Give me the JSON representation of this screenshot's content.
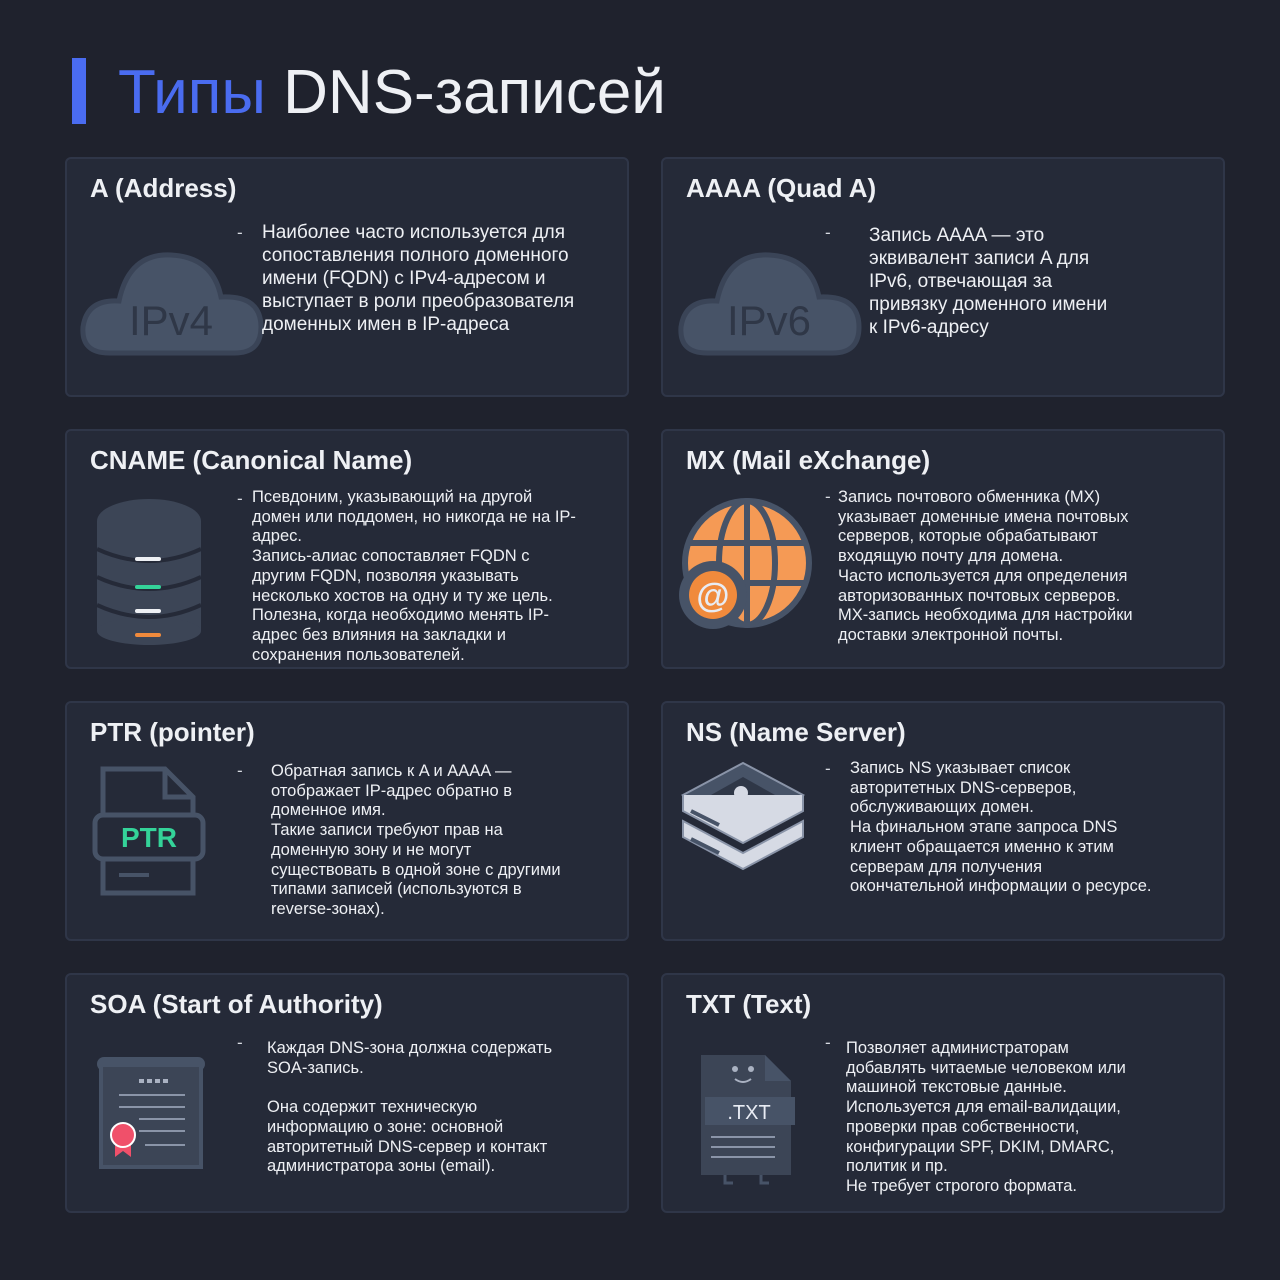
{
  "title": {
    "accent": "Типы",
    "rest": "DNS-записей"
  },
  "colors": {
    "background": "#1f222d",
    "card": "#252a38",
    "accent": "#4a6cf0",
    "orange": "#f59a55"
  },
  "cards": [
    {
      "title": "A (Address)",
      "icon": "cloud-ipv4-icon",
      "icon_label": "IPv4",
      "dash": "-",
      "text": "Наиболее часто используется для\nсопоставления полного доменного\nимени (FQDN) с IPv4-адресом и\nвыступает в роли преобразователя\nдоменных имен в IP-адреса"
    },
    {
      "title": "AAAA  (Quad A)",
      "icon": "cloud-ipv6-icon",
      "icon_label": "IPv6",
      "dash": "-",
      "text": "Запись AAAA — это\nэквивалент записи A для\nIPv6, отвечающая за\nпривязку доменного имени\nк IPv6-адресу"
    },
    {
      "title": "CNAME (Canonical Name)",
      "icon": "database-icon",
      "dash": "-",
      "text": "Псевдоним, указывающий на другой\nдомен или поддомен, но никогда не на IP-\nадрес.\nЗапись-алиас сопоставляет FQDN с\nдругим FQDN, позволяя указывать\nнесколько хостов на одну и ту же цель.\nПолезна, когда необходимо менять IP-\nадрес без влияния на закладки и\nсохранения пользователей."
    },
    {
      "title": "MX (Mail eXchange)",
      "icon": "globe-mail-icon",
      "dash": "-",
      "text": "Запись почтового обменника (MX)\nуказывает доменные имена почтовых\nсерверов, которые обрабатывают\nвходящую почту для домена.\nЧасто используется для определения\nавторизованных почтовых серверов.\nMX-запись необходима для настройки\nдоставки электронной почты."
    },
    {
      "title": "PTR (pointer)",
      "icon": "ptr-file-icon",
      "icon_label": "PTR",
      "dash": "-",
      "text": "Обратная запись к A и AAAA —\nотображает IP-адрес обратно в\nдоменное имя.\nТакие записи требуют прав на\nдоменную зону и не могут\nсуществовать в одной зоне с другими\nтипами записей (используются в\nreverse-зонах)."
    },
    {
      "title": "NS (Name Server)",
      "icon": "server-stack-icon",
      "dash": "-",
      "text": "Запись NS указывает список\nавторитетных DNS-серверов,\nобслуживающих домен.\nНа финальном этапе запроса DNS\nклиент обращается именно к этим\nсерверам для получения\nокончательной информации о ресурсе."
    },
    {
      "title": "SOA (Start of Authority)",
      "icon": "certificate-icon",
      "dash": "-",
      "text": "Каждая DNS-зона должна содержать\nSOA-запись.\n\nОна содержит техническую\nинформацию о зоне: основной\nавторитетный DNS-сервер и контакт\nадминистратора зоны (email)."
    },
    {
      "title": "TXT (Text)",
      "icon": "txt-file-icon",
      "icon_label": ".TXT",
      "dash": "-",
      "text": "Позволяет администраторам\nдобавлять читаемые человеком или\nмашиной текстовые данные.\nИспользуется для email-валидации,\nпроверки прав собственности,\nконфигурации SPF, DKIM, DMARC,\nполитик и пр.\nНе требует строгого формата."
    }
  ]
}
